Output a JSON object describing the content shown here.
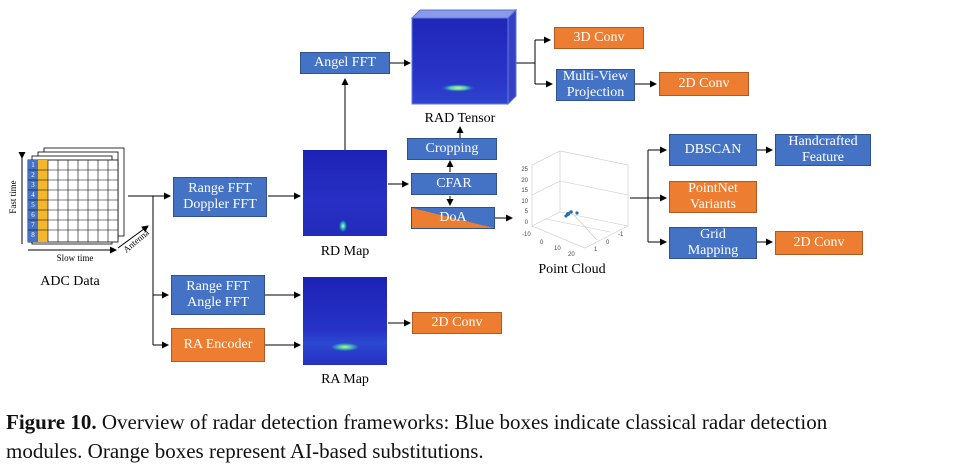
{
  "boxes": {
    "range_doppler_fft": [
      "Range FFT",
      "Doppler FFT"
    ],
    "range_angle_fft": [
      "Range FFT",
      "Angle FFT"
    ],
    "ra_encoder": "RA Encoder",
    "angel_fft": "Angel FFT",
    "conv3d": "3D Conv",
    "multi_view": [
      "Multi-View",
      "Projection"
    ],
    "conv2d_top": "2D Conv",
    "cropping": "Cropping",
    "cfar": "CFAR",
    "doa": "DoA",
    "conv2d_ra": "2D Conv",
    "dbscan": "DBSCAN",
    "handcrafted": [
      "Handcrafted",
      "Feature"
    ],
    "pointnet": [
      "PointNet",
      "Variants"
    ],
    "grid_mapping": [
      "Grid",
      "Mapping"
    ],
    "conv2d_grid": "2D Conv"
  },
  "labels": {
    "adc_data": "ADC Data",
    "rd_map": "RD Map",
    "ra_map": "RA Map",
    "rad_tensor": "RAD Tensor",
    "point_cloud": "Point Cloud",
    "fast_time": "Fast time",
    "slow_time": "Slow time",
    "antenna": "Antenna"
  },
  "adc_row_numbers": [
    "1",
    "2",
    "3",
    "4",
    "5",
    "6",
    "7",
    "8"
  ],
  "point_cloud_ticks": {
    "z": [
      "25",
      "20",
      "15",
      "10",
      "5",
      "0"
    ],
    "x": [
      "-10",
      "0",
      "10",
      "20"
    ],
    "y": [
      "-1",
      "0",
      "1"
    ]
  },
  "caption": {
    "figure_label": "Figure 10.",
    "text_line1": " Overview of radar detection frameworks: Blue boxes indicate classical radar detection",
    "text_line2": "modules. Orange boxes represent AI-based substitutions."
  },
  "colors": {
    "classical": "#4472c4",
    "ai_based": "#ed7d31",
    "heatmap_bg": "#2a2fc0",
    "highlight": "#f5d342"
  }
}
